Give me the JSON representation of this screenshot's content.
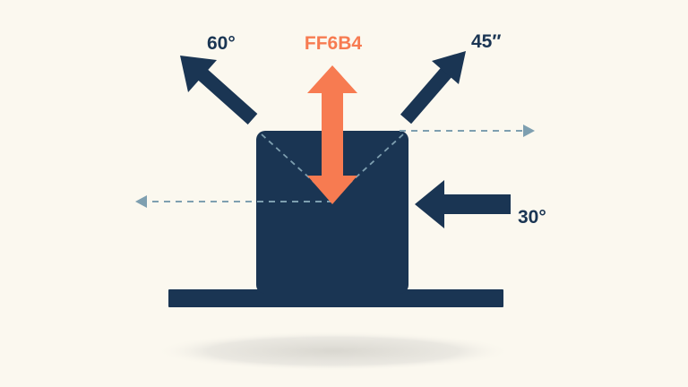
{
  "colors": {
    "background": "#fbf8ef",
    "navy": "#1a3553",
    "orange": "#f77b51",
    "dashed": "#7e9fb0",
    "shadow": "#dedcd6"
  },
  "labels": {
    "top_left": "60°",
    "top_center": "FF6B4",
    "top_right": "45″",
    "right": "30°"
  }
}
